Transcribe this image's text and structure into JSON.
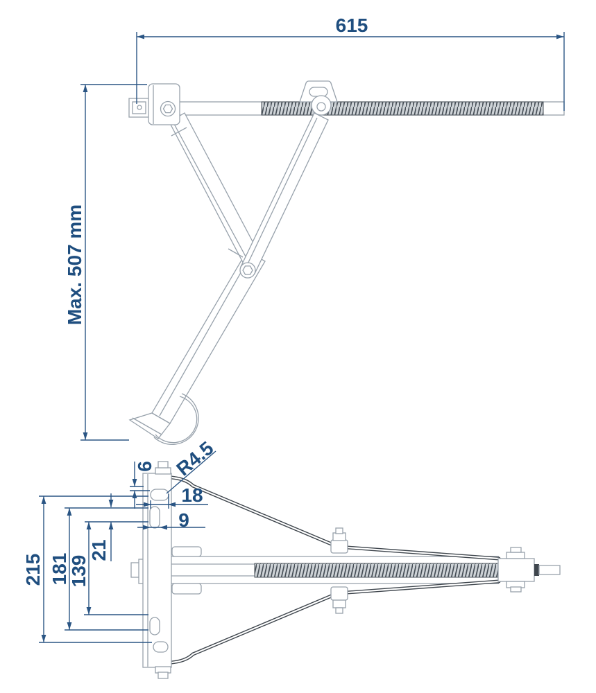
{
  "document": {
    "kind": "dimensioned technical drawing of a trailer corner steady jack",
    "background_color": "#ffffff",
    "accent_color": "#1f4e7f",
    "part_line_color": "#97a1ab",
    "dark_detail_color": "#3f464d"
  },
  "side_view": {
    "title": "side elevation, jack extended",
    "dim_overall_length": "615",
    "dim_max_height": "Max. 507 mm"
  },
  "plan_view": {
    "title": "plan view of mounting plate and spindle",
    "dim_flange_offset": "6",
    "dim_slot_radius": "R4.5",
    "dim_slot_length": "18",
    "dim_slot_width": "9",
    "dim_pitch_21": "21",
    "dim_pitch_139": "139",
    "dim_pitch_181": "181",
    "dim_plate_span": "215"
  }
}
